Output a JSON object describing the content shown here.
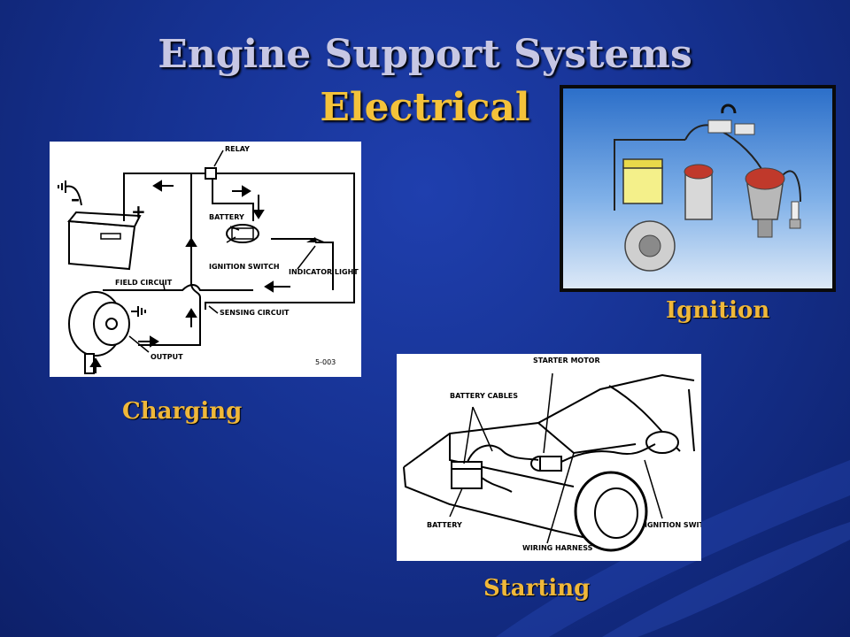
{
  "slide": {
    "title": "Engine Support Systems",
    "subtitle": "Electrical"
  },
  "charging": {
    "caption": "Charging",
    "labels": {
      "relay": "RELAY",
      "battery": "BATTERY",
      "ignition_switch": "IGNITION SWITCH",
      "indicator_light": "INDICATOR LIGHT",
      "field_circuit": "FIELD CIRCUIT",
      "sensing_circuit": "SENSING CIRCUIT",
      "output": "OUTPUT",
      "figure_id": "5-003"
    }
  },
  "ignition": {
    "caption": "Ignition"
  },
  "starting": {
    "caption": "Starting",
    "labels": {
      "starter_motor": "STARTER MOTOR",
      "battery_cables": "BATTERY CABLES",
      "battery": "BATTERY",
      "wiring_harness": "WIRING HARNESS",
      "ignition_switch": "IGNITION SWITCH"
    }
  },
  "colors": {
    "background": "#163292",
    "title": "#c7c7e4",
    "accent": "#f4c23a",
    "caption": "#f0b83a"
  }
}
